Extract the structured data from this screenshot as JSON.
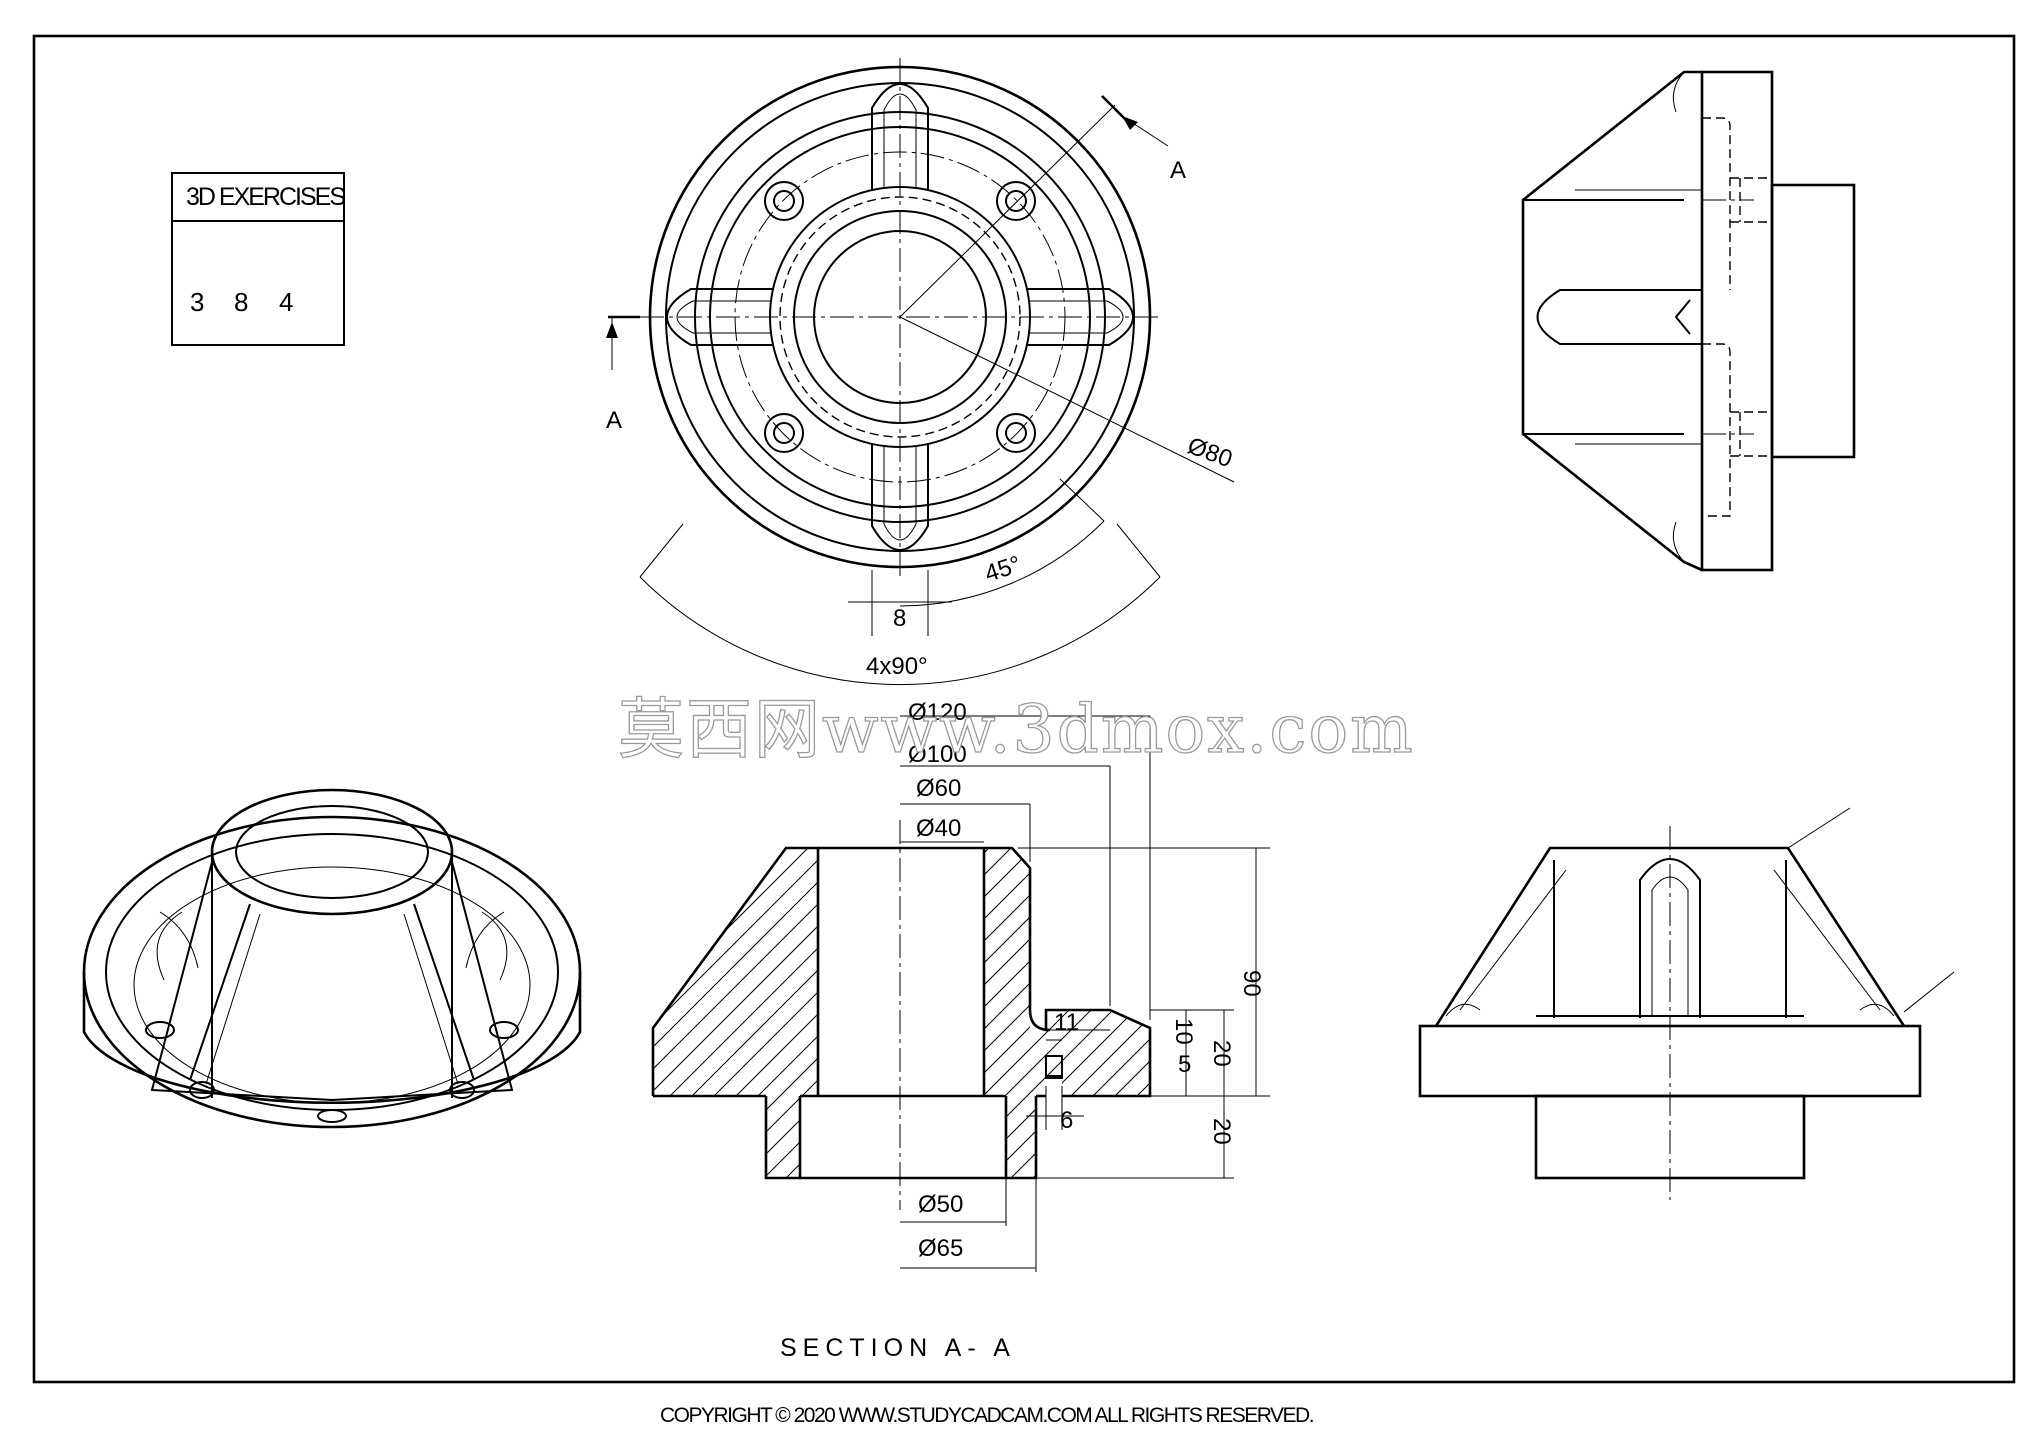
{
  "title_block": {
    "label": "3D EXERCISES",
    "number_digits": [
      "3",
      "8",
      "4"
    ]
  },
  "section_markers": {
    "top_letter": "A",
    "left_letter": "A"
  },
  "dimensions": {
    "dia_80": "Ø80",
    "angle_45": "45°",
    "width_8": "8",
    "pattern_4x90": "4x90°",
    "dia_120": "Ø120",
    "dia_100": "Ø100",
    "dia_60": "Ø60",
    "dia_40": "Ø40",
    "len_11": "11",
    "len_6": "6",
    "dia_50": "Ø50",
    "dia_65": "Ø65",
    "height_90": "90",
    "height_10": "10",
    "height_5": "5",
    "height_20": "20",
    "height_20_lower": "20"
  },
  "section_label": "SECTION A- A",
  "watermark": "莫西网www.3dmox.com",
  "copyright": "COPYRIGHT © 2020 WWW.STUDYCADCAM.COM ALL RIGHTS RESERVED.",
  "colors": {
    "line": "#000000",
    "background": "#ffffff",
    "watermark_outline": "#9a9a9a"
  }
}
